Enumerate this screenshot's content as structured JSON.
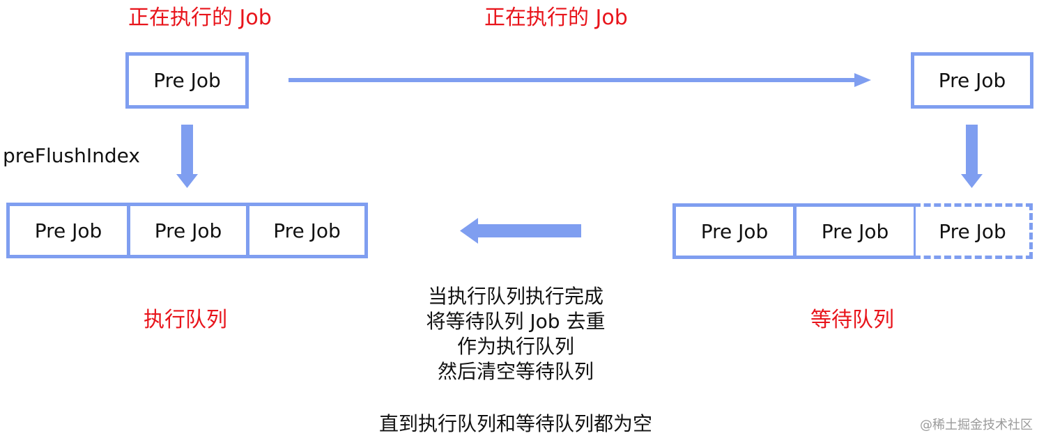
{
  "labels": {
    "current_job_left": "正在执行的 Job",
    "current_job_right": "正在执行的 Job",
    "pre_flush_index": "preFlushIndex",
    "exec_queue": "执行队列",
    "wait_queue": "等待队列"
  },
  "single_jobs": {
    "left": "Pre Job",
    "right": "Pre Job"
  },
  "exec_queue_items": [
    "Pre Job",
    "Pre Job",
    "Pre Job"
  ],
  "wait_queue_items": [
    "Pre Job",
    "Pre Job",
    "Pre Job"
  ],
  "note_lines": [
    "当执行队列执行完成",
    "将等待队列 Job 去重",
    "作为执行队列",
    "然后清空等待队列"
  ],
  "final_line": "直到执行队列和等待队列都为空",
  "watermark": "@稀土掘金技术社区",
  "colors": {
    "arrow": "#7f9ef0",
    "border": "#7f9ef0",
    "red_text": "#e8141b"
  }
}
